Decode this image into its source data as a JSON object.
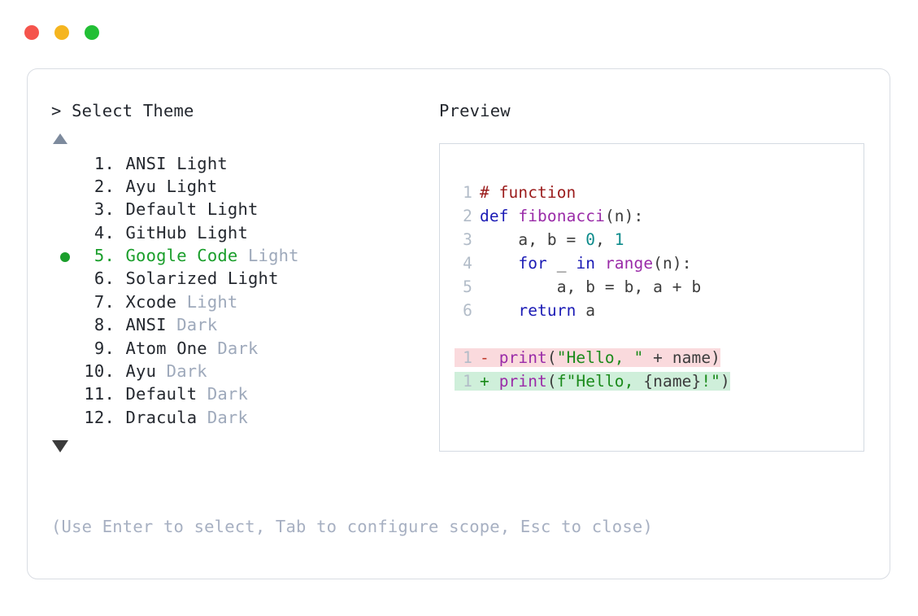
{
  "window": {
    "traffic_lights": [
      {
        "name": "close",
        "color": "#f5544c"
      },
      {
        "name": "minimize",
        "color": "#f5b51f"
      },
      {
        "name": "maximize",
        "color": "#22bf35"
      }
    ]
  },
  "selector": {
    "prompt": "> Select Theme",
    "scroll_up_icon": "triangle-up-icon",
    "scroll_down_icon": "triangle-down-icon",
    "selected_index": 5,
    "selection_color": "#1a9e2b",
    "muted_color": "#9ea9bb",
    "items": [
      {
        "index": "1.",
        "name": "ANSI",
        "variant": "Light",
        "variant_muted": false,
        "selected": false
      },
      {
        "index": "2.",
        "name": "Ayu",
        "variant": "Light",
        "variant_muted": false,
        "selected": false
      },
      {
        "index": "3.",
        "name": "Default",
        "variant": "Light",
        "variant_muted": false,
        "selected": false
      },
      {
        "index": "4.",
        "name": "GitHub",
        "variant": "Light",
        "variant_muted": false,
        "selected": false
      },
      {
        "index": "5.",
        "name": "Google Code",
        "variant": "Light",
        "variant_muted": true,
        "selected": true
      },
      {
        "index": "6.",
        "name": "Solarized",
        "variant": "Light",
        "variant_muted": false,
        "selected": false
      },
      {
        "index": "7.",
        "name": "Xcode",
        "variant": "Light",
        "variant_muted": true,
        "selected": false
      },
      {
        "index": "8.",
        "name": "ANSI",
        "variant": "Dark",
        "variant_muted": true,
        "selected": false
      },
      {
        "index": "9.",
        "name": "Atom One",
        "variant": "Dark",
        "variant_muted": true,
        "selected": false
      },
      {
        "index": "10.",
        "name": "Ayu",
        "variant": "Dark",
        "variant_muted": true,
        "selected": false
      },
      {
        "index": "11.",
        "name": "Default",
        "variant": "Dark",
        "variant_muted": true,
        "selected": false
      },
      {
        "index": "12.",
        "name": "Dracula",
        "variant": "Dark",
        "variant_muted": true,
        "selected": false
      }
    ]
  },
  "hint": "(Use Enter to select, Tab to configure scope, Esc to close)",
  "preview": {
    "label": "Preview",
    "code_lines": [
      {
        "ln": "1",
        "tokens": [
          {
            "t": "# function",
            "c": "tok-comment"
          }
        ]
      },
      {
        "ln": "2",
        "tokens": [
          {
            "t": "def ",
            "c": "tok-kw"
          },
          {
            "t": "fibonacci",
            "c": "tok-fn"
          },
          {
            "t": "(n):",
            "c": "tok-plain"
          }
        ]
      },
      {
        "ln": "3",
        "tokens": [
          {
            "t": "    a, b = ",
            "c": "tok-plain"
          },
          {
            "t": "0",
            "c": "tok-num"
          },
          {
            "t": ", ",
            "c": "tok-plain"
          },
          {
            "t": "1",
            "c": "tok-num"
          }
        ]
      },
      {
        "ln": "4",
        "tokens": [
          {
            "t": "    ",
            "c": "tok-plain"
          },
          {
            "t": "for",
            "c": "tok-kw"
          },
          {
            "t": " _ ",
            "c": "tok-plain"
          },
          {
            "t": "in",
            "c": "tok-kw"
          },
          {
            "t": " ",
            "c": "tok-plain"
          },
          {
            "t": "range",
            "c": "tok-fn"
          },
          {
            "t": "(n):",
            "c": "tok-plain"
          }
        ]
      },
      {
        "ln": "5",
        "tokens": [
          {
            "t": "        a, b = b, a + b",
            "c": "tok-plain"
          }
        ]
      },
      {
        "ln": "6",
        "tokens": [
          {
            "t": "    ",
            "c": "tok-plain"
          },
          {
            "t": "return",
            "c": "tok-kw"
          },
          {
            "t": " a",
            "c": "tok-plain"
          }
        ]
      }
    ],
    "diff_lines": [
      {
        "ln": "1",
        "kind": "del",
        "marker": "- ",
        "tokens": [
          {
            "t": "print",
            "c": "tok-fn"
          },
          {
            "t": "(",
            "c": "tok-plain"
          },
          {
            "t": "\"Hello, \"",
            "c": "tok-str"
          },
          {
            "t": " + name)",
            "c": "tok-plain"
          }
        ]
      },
      {
        "ln": "1",
        "kind": "add",
        "marker": "+ ",
        "tokens": [
          {
            "t": "print",
            "c": "tok-fn"
          },
          {
            "t": "(",
            "c": "tok-plain"
          },
          {
            "t": "f\"Hello, ",
            "c": "tok-str"
          },
          {
            "t": "{name}",
            "c": "tok-plain"
          },
          {
            "t": "!\"",
            "c": "tok-str"
          },
          {
            "t": ")",
            "c": "tok-plain"
          }
        ]
      }
    ],
    "diff_del_bg": "#fadadd",
    "diff_add_bg": "#cfefda"
  }
}
